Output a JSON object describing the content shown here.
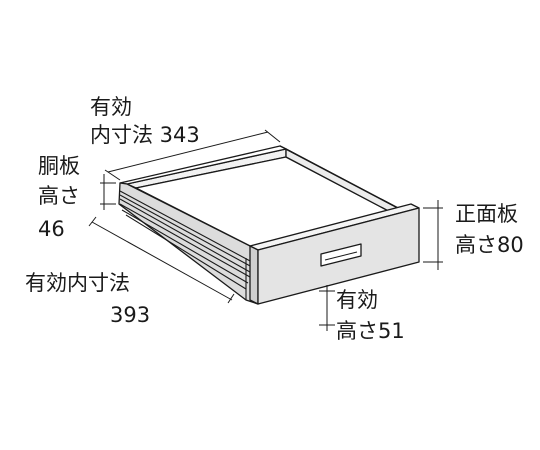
{
  "labels": {
    "width_effective_line1": "有効",
    "width_effective_line2": "内寸法 343",
    "side_height_line1": "胴板",
    "side_height_line2": "高さ",
    "side_height_line3": "46",
    "depth_effective_line1": "有効内寸法",
    "depth_effective_line2": "393",
    "front_height_line1": "正面板",
    "front_height_line2": "高さ80",
    "effective_height_line1": "有効",
    "effective_height_line2": "高さ51"
  },
  "colors": {
    "line": "#1a1a1a",
    "front_panel": "#e4e4e4",
    "side_panel": "#dcdcdc",
    "inner_floor": "#ffffff",
    "back_wall": "#f2f2f2",
    "handle": "#ffffff"
  },
  "icons": {
    "drawer": "drawer-illustration",
    "handle": "handle-icon"
  }
}
